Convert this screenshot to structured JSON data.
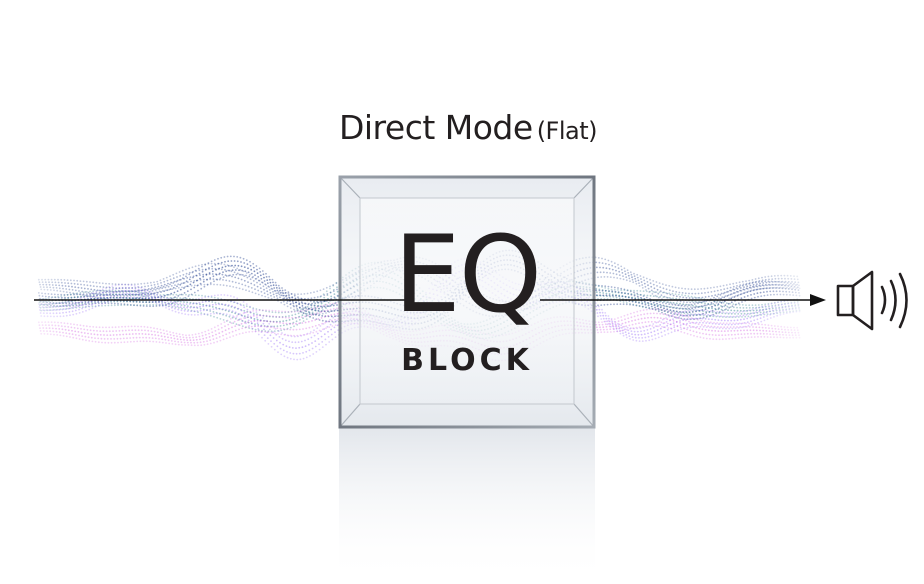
{
  "title": {
    "main": "Direct Mode",
    "sub": "(Flat)"
  },
  "eq_block": {
    "line1": "EQ",
    "line2": "BLOCK"
  },
  "icons": {
    "output": "speaker-icon"
  },
  "colors": {
    "text": "#231f20",
    "wave_dark": "#1e3a8a",
    "wave_teal": "#2f7f8f",
    "wave_violet": "#8b5cf6",
    "wave_magenta": "#c026d3",
    "signal_line": "#111111"
  }
}
